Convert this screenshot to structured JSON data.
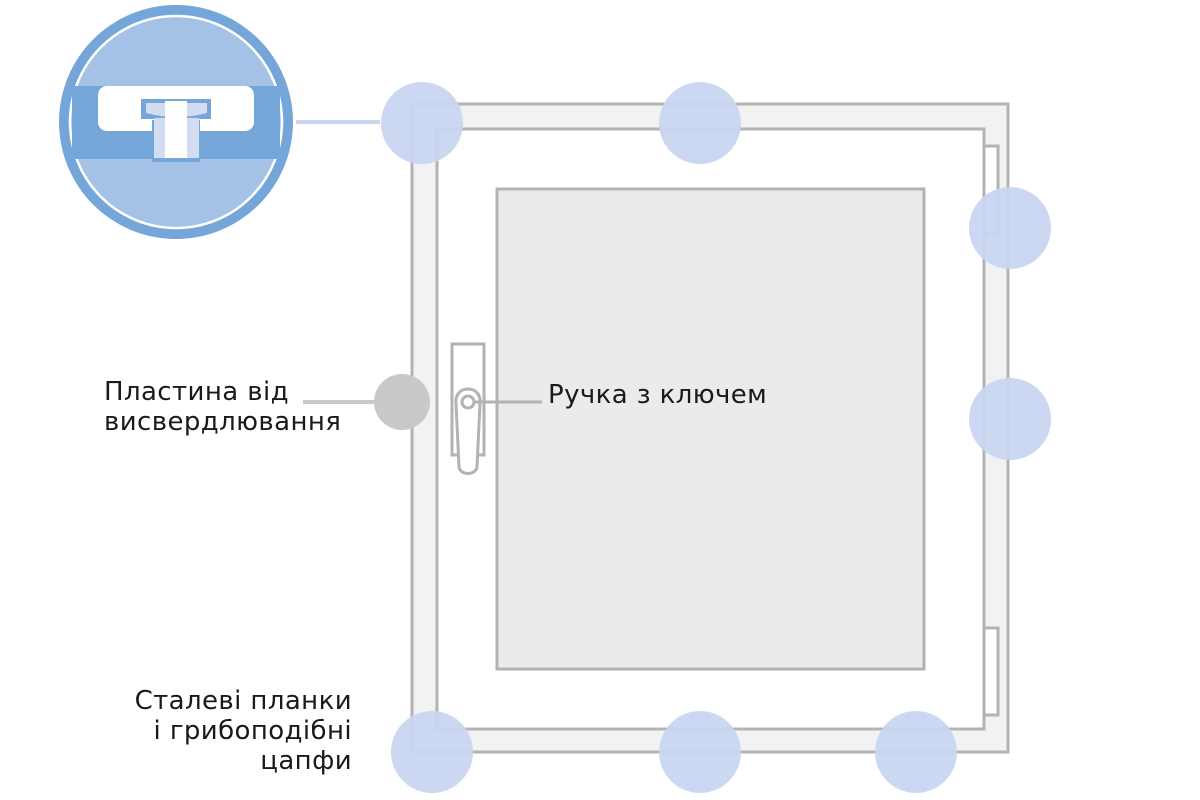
{
  "labels": {
    "drill_plate": [
      "Пластина від",
      "висвердлювання"
    ],
    "handle": "Ручка з ключем",
    "steel": [
      "Сталеві планки",
      "і грибоподібні",
      "цапфи"
    ]
  },
  "colors": {
    "accent_blue": "#74a6d9",
    "light_blue": "#a3c2e6",
    "marker_blue": "#c9d6f0",
    "marker_grey": "#c9c9c9",
    "frame_stroke": "#b3b3b3",
    "frame_fill": "#f2f2f2",
    "glass_fill": "#ebebeb"
  },
  "icons": {
    "detail_zoom": "mushroom-pin-detail-icon",
    "handle": "window-handle-icon"
  }
}
